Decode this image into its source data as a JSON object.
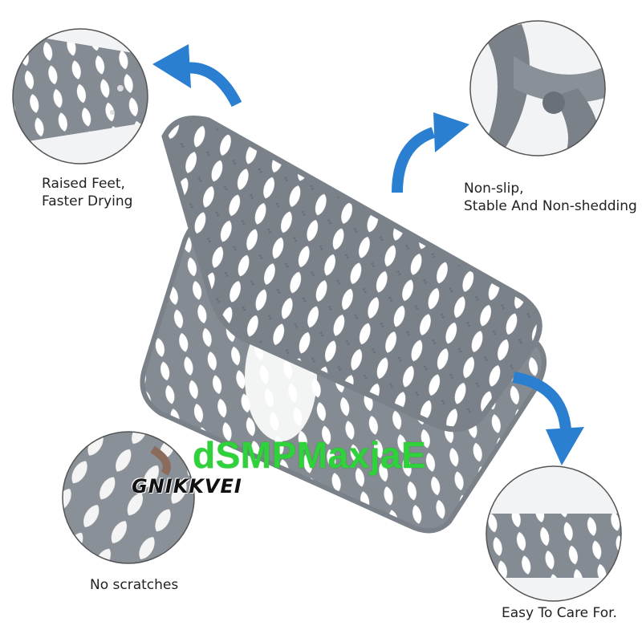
{
  "captions": {
    "raised_feet": [
      "Raised Feet,",
      "Faster Drying"
    ],
    "non_slip": [
      "Non-slip,",
      "Stable And Non-shedding"
    ],
    "no_scratches": [
      "No scratches"
    ],
    "easy_care": [
      "Easy To Care For."
    ]
  },
  "watermark": "dSMPMaxjaE",
  "logo": "GNIKKVEI",
  "colors": {
    "mat": "#7b8189",
    "mat_dark": "#5f656c",
    "arrow": "#2a7fd0",
    "watermark": "#2fd23a",
    "background": "#ffffff"
  },
  "icons": [
    "curved-arrow-icon"
  ]
}
